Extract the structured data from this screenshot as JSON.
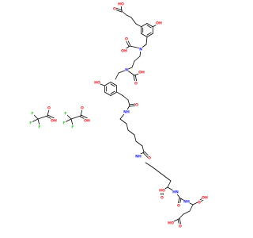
{
  "molecule": {
    "colors": {
      "carbon": "#000000",
      "oxygen": "#e8141e",
      "nitrogen": "#1e23e6",
      "fluorine": "#32c832"
    },
    "labels": {
      "O": "O",
      "OH": "OH",
      "HO": "HO",
      "N": "N",
      "NH": "NH",
      "HN": "HN",
      "F": "F"
    }
  }
}
